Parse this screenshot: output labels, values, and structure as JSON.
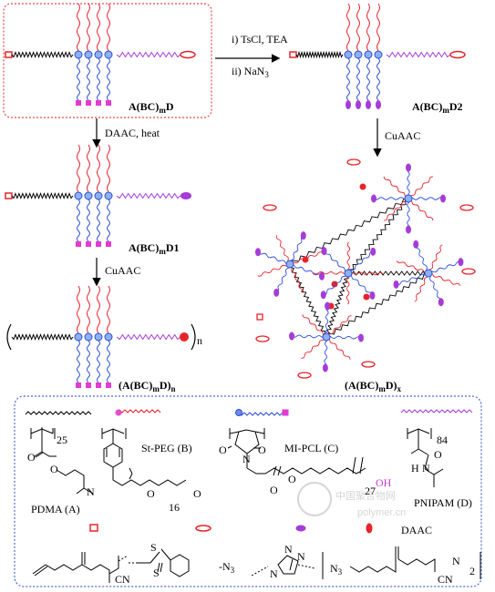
{
  "steps": {
    "top_reagent_1": "i) TsCl, TEA",
    "top_reagent_2": "ii) NaN",
    "top_reagent_2_sub": "3",
    "left_step_1": "DAAC, heat",
    "left_step_2": "CuAAC",
    "right_step_1": "CuAAC"
  },
  "products": {
    "abcmd": {
      "a": "A(BC)",
      "m": "m",
      "d": "D"
    },
    "abcmd2": {
      "a": "A(BC)",
      "m": "m",
      "d": "D2"
    },
    "abcmd1": {
      "a": "A(BC)",
      "m": "m",
      "d": "D1"
    },
    "abcmdn": {
      "a": "(A(BC)",
      "m": "m",
      "d": "D)",
      "n": "n"
    },
    "abcmdx": {
      "a": "(A(BC)",
      "m": "m",
      "d": "D)",
      "x": "x"
    },
    "poly_n": "n"
  },
  "legend": {
    "pdma_sub": "25",
    "pdma_name": "PDMA (A)",
    "peg_name": "St-PEG (B)",
    "peg_sub": "16",
    "pcl_name": "MI-PCL (C)",
    "pcl_sub": "27",
    "pcl_oh": "OH",
    "pnipam_sub": "84",
    "pnipam_name": "PNIPAM (D)",
    "daac_label": "DAAC",
    "nh": "H",
    "nh_n": "N",
    "azide": "-N",
    "azide_sub": "3",
    "cn1": "CN",
    "cn2": "CN",
    "n3_label": "N",
    "n3_sub": "3",
    "sub2": "2",
    "o1": "O",
    "o2": "O",
    "o3": "O",
    "o4": "O",
    "o5": "O",
    "o6": "O",
    "o7": "O",
    "o8": "O",
    "o9": "O",
    "s1": "S",
    "s2": "S",
    "n_amine": "N",
    "n_mi": "N",
    "triazole_n": "N",
    "triazole_nn": "N",
    "triazole_n2": "N"
  },
  "watermark": {
    "cn": "中国聚合物网",
    "en": "polymer.cn"
  },
  "colors": {
    "red": "#e8232a",
    "blue": "#2b4fd6",
    "purple": "#a53cd8",
    "magenta": "#e23bd2",
    "black": "#000000",
    "dash_red": "#e34a4a",
    "dash_blue": "#4a6ad6"
  }
}
